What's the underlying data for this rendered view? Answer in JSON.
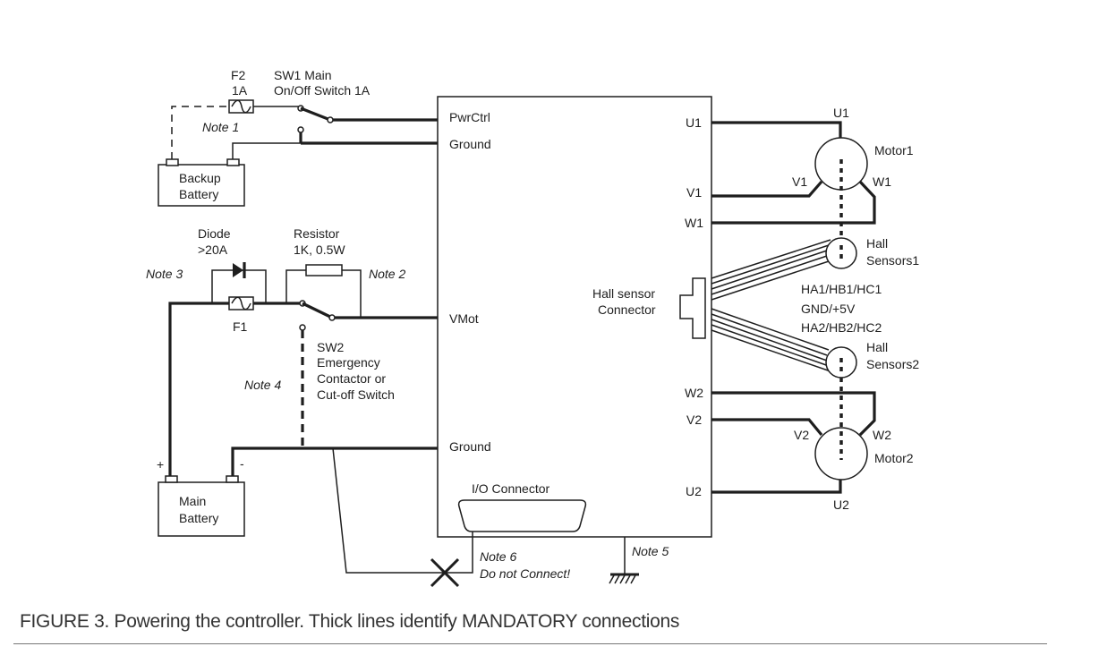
{
  "caption": "FIGURE 3. Powering the controller. Thick lines identify MANDATORY connections",
  "controller": {
    "pins_left": {
      "pwrctrl": "PwrCtrl",
      "ground_top": "Ground",
      "vmot": "VMot",
      "ground_bottom": "Ground"
    },
    "pins_right": {
      "u1": "U1",
      "v1": "V1",
      "w1": "W1",
      "w2": "W2",
      "v2": "V2",
      "u2": "U2"
    },
    "hall_connector": [
      "Hall sensor",
      "Connector"
    ],
    "io_connector": "I/O Connector"
  },
  "power_top": {
    "fuse_f2": [
      "F2",
      "1A"
    ],
    "sw1": [
      "SW1 Main",
      "On/Off Switch 1A"
    ],
    "note1": "Note 1",
    "backup_battery": [
      "Backup",
      "Battery"
    ]
  },
  "power_main": {
    "diode": [
      "Diode",
      ">20A"
    ],
    "resistor": [
      "Resistor",
      "1K, 0.5W"
    ],
    "note3": "Note 3",
    "note2": "Note 2",
    "fuse_f1": "F1",
    "sw2": [
      "SW2",
      "Emergency",
      "Contactor or",
      "Cut-off Switch"
    ],
    "note4": "Note 4",
    "main_battery": [
      "Main",
      "Battery"
    ],
    "plus": "+",
    "minus": "-"
  },
  "motors": {
    "motor1": "Motor1",
    "motor2": "Motor2",
    "u1": "U1",
    "v1": "V1",
    "w1": "W1",
    "u2": "U2",
    "v2": "V2",
    "w2": "W2",
    "hall1": [
      "Hall",
      "Sensors1"
    ],
    "hall2": [
      "Hall",
      "Sensors2"
    ],
    "hall_signals": [
      "HA1/HB1/HC1",
      "GND/+5V",
      "HA2/HB2/HC2"
    ]
  },
  "notes_bottom": {
    "note5": "Note 5",
    "note6": [
      "Note 6",
      "Do not Connect!"
    ]
  }
}
